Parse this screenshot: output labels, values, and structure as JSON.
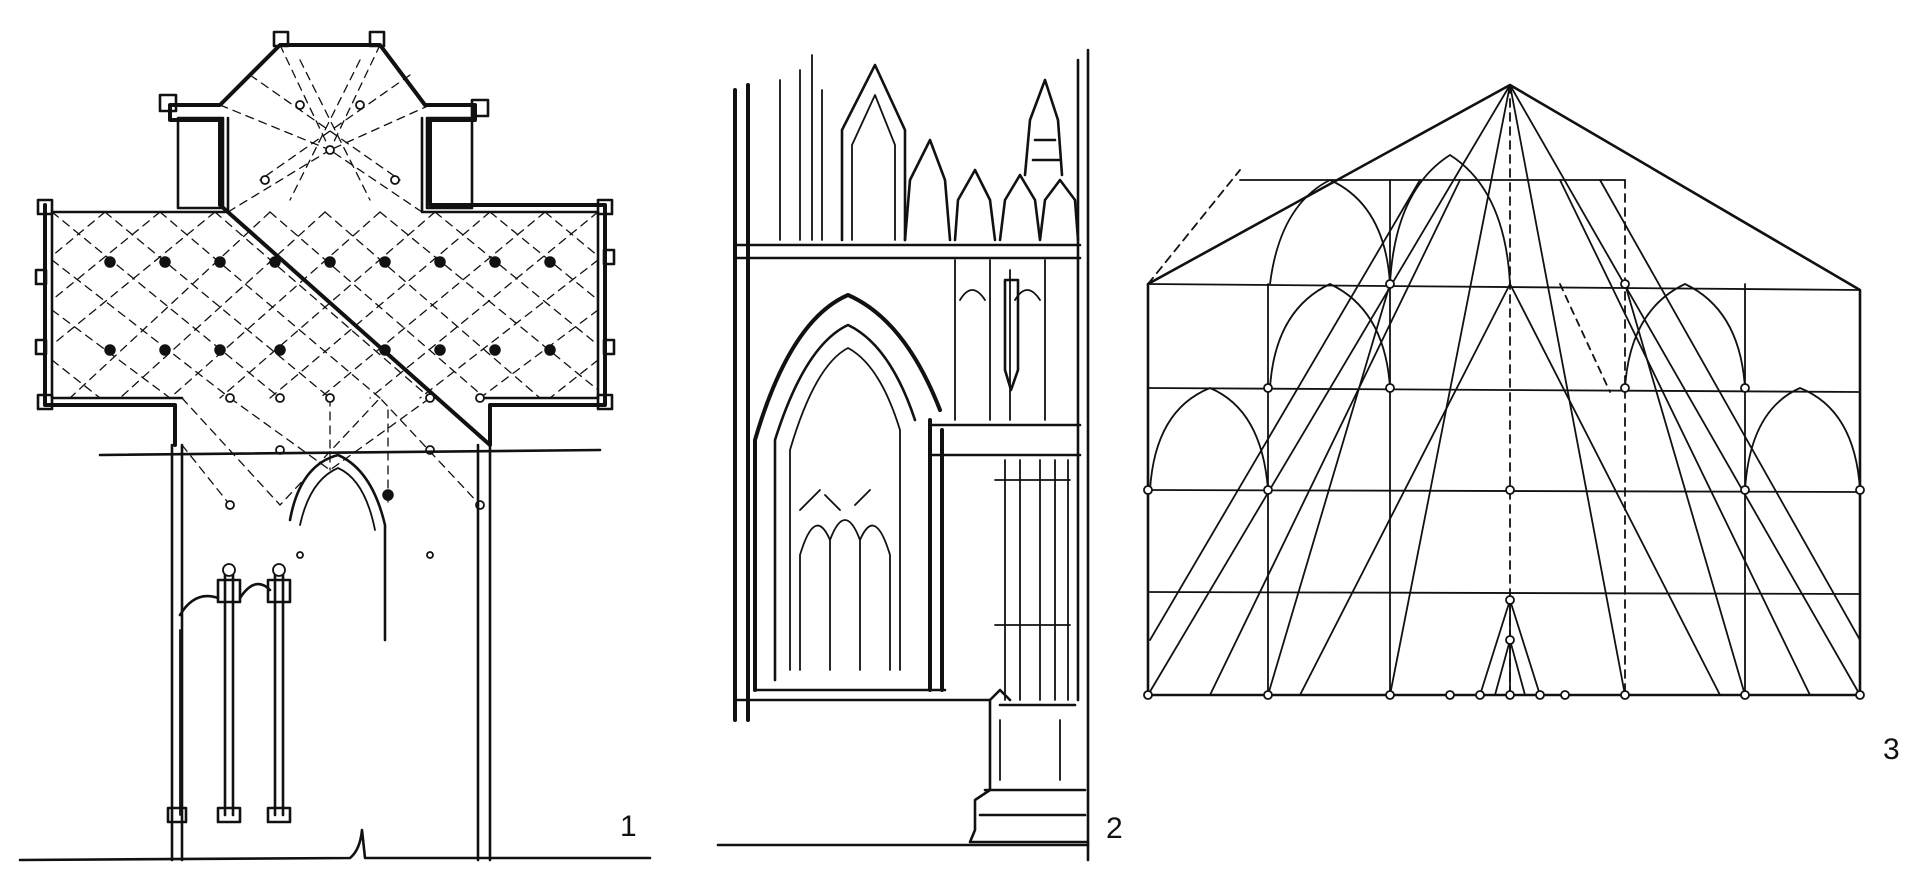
{
  "figures": {
    "one": {
      "number": "1"
    },
    "two": {
      "number": "2"
    },
    "three": {
      "number": "3"
    }
  },
  "colors": {
    "ink": "#111111",
    "paper": "#ffffff"
  }
}
